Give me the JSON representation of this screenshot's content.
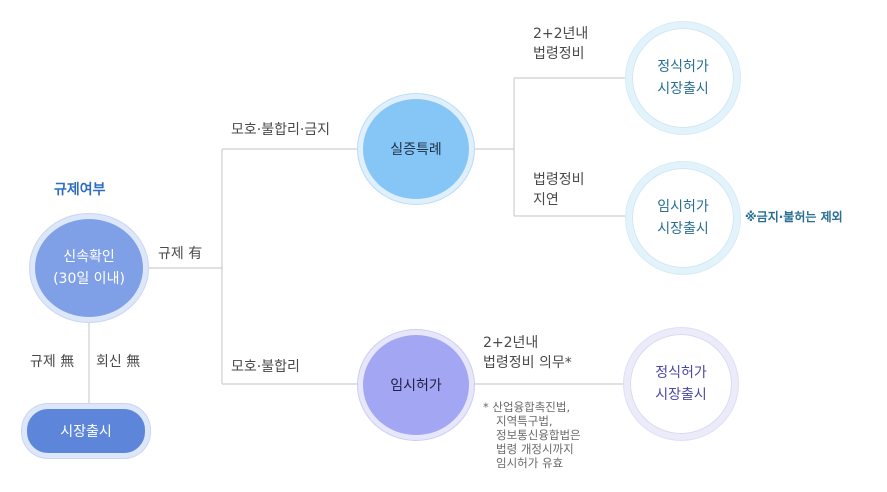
{
  "left": {
    "heading": "규제여부",
    "node": {
      "line1": "신속확인",
      "line2": "(30일 이내)"
    },
    "label_no_reg": "규제 無",
    "label_no_reply": "회신 無",
    "market_button": "시장출시",
    "label_reg_yes": "규제 有"
  },
  "upper": {
    "branch_label": "모호·불합리·금지",
    "node": "실증특례",
    "top_label": {
      "line1": "2+2년내",
      "line2": "법령정비"
    },
    "top_result": {
      "line1": "정식허가",
      "line2": "시장출시"
    },
    "mid_label": {
      "line1": "법령정비",
      "line2": "지연"
    },
    "mid_result": {
      "line1": "임시허가",
      "line2": "시장출시"
    },
    "side_note": "※금지·불허는 제외"
  },
  "lower": {
    "branch_label": "모호·불합리",
    "node": "임시허가",
    "label": {
      "line1": "2+2년내",
      "line2": "법령정비 의무*"
    },
    "result": {
      "line1": "정식허가",
      "line2": "시장출시"
    },
    "footnote": {
      "line1": "*  산업융합촉진법,",
      "line2": "지역특구법,",
      "line3": "정보통신융합법은",
      "line4": "법령 개정시까지",
      "line5": "임시허가 유효"
    }
  }
}
